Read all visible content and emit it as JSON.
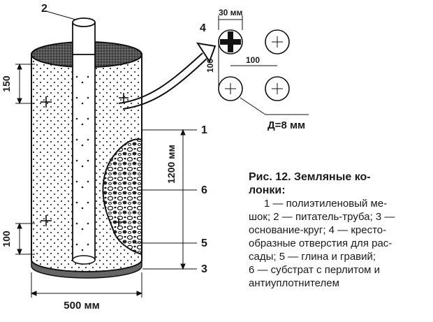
{
  "labels": {
    "n1": "1",
    "n2": "2",
    "n3": "3",
    "n4": "4",
    "n5": "5",
    "n6": "6"
  },
  "dimensions": {
    "top_margin": "150",
    "bottom_margin": "100",
    "height": "1200 мм",
    "width": "500 мм",
    "hole_size": "30 мм",
    "hole_spacing_v": "100",
    "hole_spacing_h": "100",
    "diameter": "Д=8 мм"
  },
  "caption": {
    "title_line1": "Рис. 12. Земляные ко-",
    "title_line2": "лонки:",
    "line1": "1 — полиэтиленовый ме-",
    "line2": "шок; 2 — питатель-труба; 3 —",
    "line3": "основание-круг; 4 — кресто-",
    "line4": "образные отверстия для рас-",
    "line5": "сады; 5 — глина и гравий;",
    "line6": "6 — субстрат с перлитом и",
    "line7": "антиуплотнителем"
  }
}
